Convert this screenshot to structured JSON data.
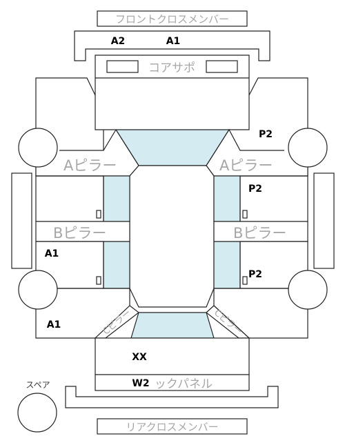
{
  "parts": {
    "front_cross_member": "フロントクロスメンバー",
    "core_support": "コアサポ",
    "a_pillar_left": "Aピラー",
    "a_pillar_right": "Aピラー",
    "b_pillar_left": "Bピラー",
    "b_pillar_right": "Bピラー",
    "spare": "スペア",
    "back_panel": "ックパネル",
    "rear_cross_member": "リアクロスメンバー",
    "c_pillar_left": "Cピラー",
    "c_pillar_right": "Cピラー"
  },
  "grades": {
    "front_a2": "A2",
    "front_a1": "A1",
    "fender_right": "P2",
    "front_door_right": "P2",
    "rear_door_left": "A1",
    "rear_door_right": "P2",
    "quarter_left": "A1",
    "trunk": "XX",
    "back_panel": "W2"
  },
  "colors": {
    "line": "#222222",
    "glass": "#d4ebf2",
    "label_grey": "#a6a6a6"
  }
}
